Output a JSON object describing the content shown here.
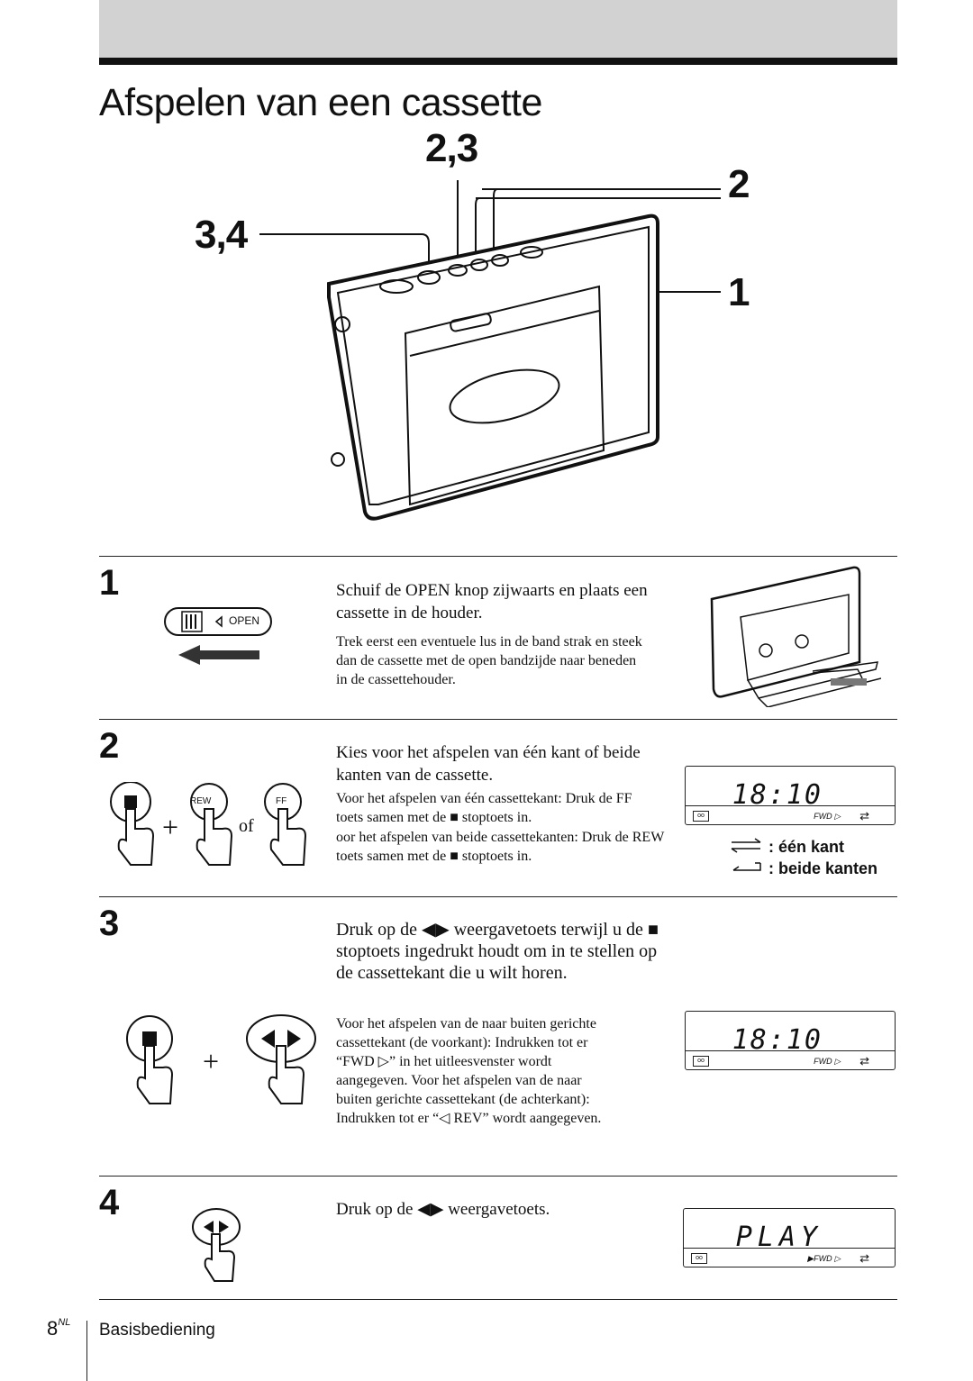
{
  "page": {
    "title": "Afspelen van een cassette",
    "callouts": {
      "c23": "2,3",
      "c2": "2",
      "c34": "3,4",
      "c1": "1"
    }
  },
  "steps": [
    {
      "number": "1",
      "main": "Schuif de OPEN knop zijwaarts en plaats een cassette in de houder.",
      "sub": "Trek eerst een eventuele lus in de band strak en steek dan de cassette met de open bandzijde naar beneden in de cassettehouder.",
      "button_label": "OPEN"
    },
    {
      "number": "2",
      "main": "Kies voor het afspelen van één kant of beide kanten van de cassette.",
      "sub1": "Voor het afspelen van één cassettekant: Druk de FF toets samen met de ■ stoptoets in.",
      "sub2": "oor het afspelen van beide cassettekanten: Druk de REW toets samen met de ■ stoptoets in.",
      "rew_label": "REW",
      "ff_label": "FF",
      "or_text": "of",
      "plus": "+",
      "lcd": {
        "digits": "18:10",
        "fwd": "FWD ▷",
        "rep": "⇄"
      },
      "legend_one": ": één kant",
      "legend_both": ": beide kanten"
    },
    {
      "number": "3",
      "main": "Druk op de ◀▶ weergavetoets terwijl u de ■ stoptoets ingedrukt houdt om in te stellen op de cassettekant die u wilt horen.",
      "sub": "Voor het afspelen van de naar buiten gerichte cassettekant (de voorkant): Indrukken tot er “FWD ▷” in het uitleesvenster wordt aangegeven. Voor het afspelen van de naar buiten gerichte cassettekant (de achterkant): Indrukken tot er “◁ REV” wordt aangegeven.",
      "plus": "+",
      "lcd": {
        "digits": "18:10",
        "fwd": "FWD ▷",
        "rep": "⇄"
      }
    },
    {
      "number": "4",
      "main": "Druk op de ◀▶ weergavetoets.",
      "lcd": {
        "digits": "PLAY",
        "fwd": "▶FWD ▷",
        "rep": "⇄"
      }
    }
  ],
  "footer": {
    "page_number": "8",
    "lang": "NL",
    "section": "Basisbediening"
  }
}
